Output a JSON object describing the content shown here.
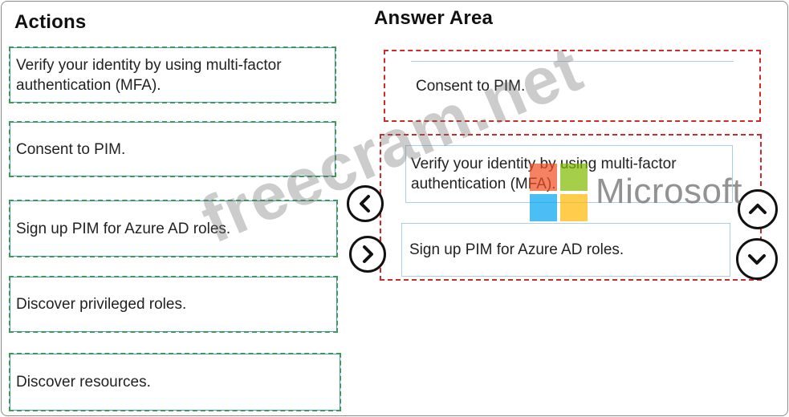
{
  "actions": {
    "heading": "Actions",
    "items": [
      "Verify your identity by using multi-factor authentication (MFA).",
      "Consent to PIM.",
      "Sign up PIM for Azure AD roles.",
      "Discover privileged roles.",
      "Discover resources."
    ]
  },
  "answer_area": {
    "heading": "Answer Area",
    "items": [
      "Consent to PIM.",
      "Verify your identity by using multi-factor authentication (MFA).",
      "Sign up PIM for Azure AD roles."
    ]
  },
  "controls": {
    "move_left": "left-arrow-icon",
    "move_right": "right-arrow-icon",
    "move_up": "up-arrow-icon",
    "move_down": "down-arrow-icon"
  },
  "watermarks": {
    "site": "freecram.net",
    "brand": "Microsoft"
  },
  "colors": {
    "action_dash": "#3a9a5a",
    "answer_dash": "#cc2b2b",
    "box_border": "#4f9fc9",
    "ms_red": "#f25022",
    "ms_green": "#7fba00",
    "ms_blue": "#00a4ef",
    "ms_yellow": "#ffb900"
  }
}
